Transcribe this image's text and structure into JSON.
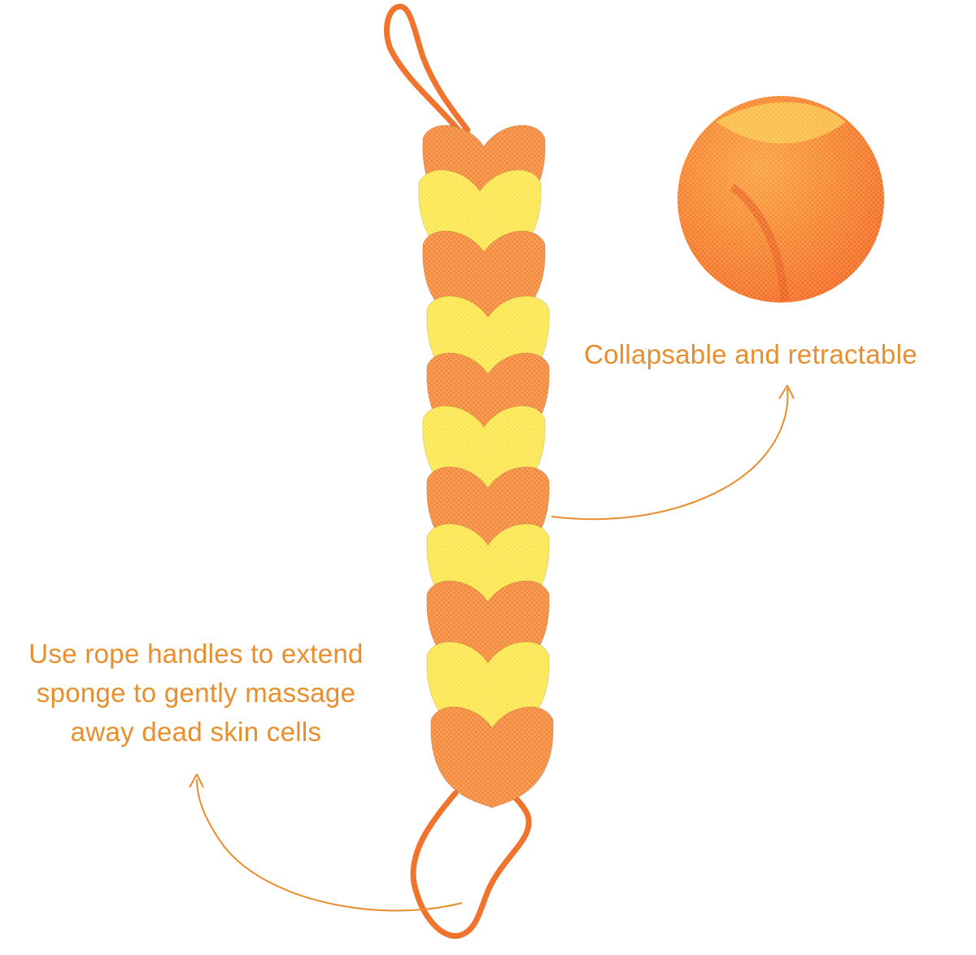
{
  "captions": {
    "feature_1": "Collapsable and retractable",
    "feature_2_lines": [
      "Use rope handles to extend",
      "sponge to gently massage",
      "away dead skin cells"
    ]
  },
  "colors": {
    "text": "#E88E2C",
    "orange": "#F5893A",
    "yellow": "#FCE64E",
    "rope": "#F0742E"
  }
}
